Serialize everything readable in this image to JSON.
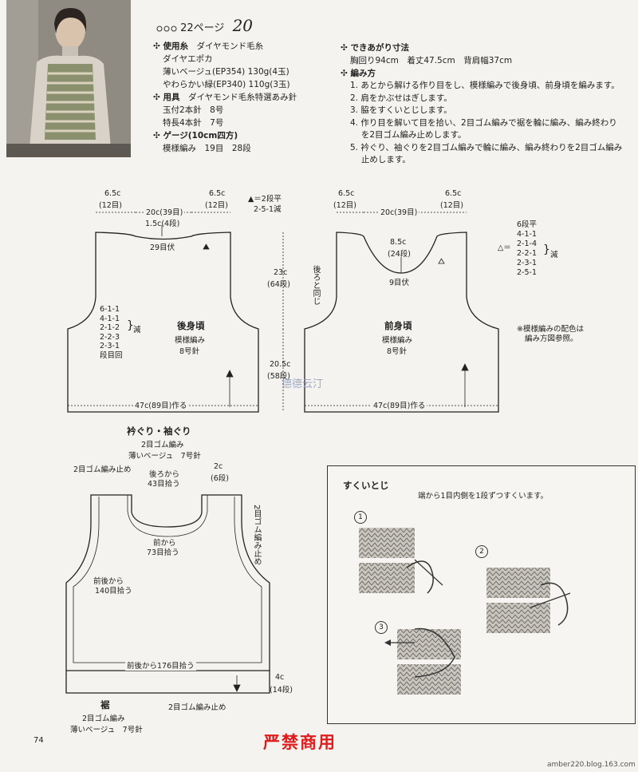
{
  "header": {
    "page": "22ページ",
    "pattern_no": "20"
  },
  "materials": {
    "yarn_label": "✣ 使用糸",
    "yarn_value": "ダイヤモンド毛糸",
    "yarn_name": "ダイヤエポカ",
    "color1": "薄いベージュ(EP354) 130g(4玉)",
    "color2": "やわらかい緑(EP340) 110g(3玉)",
    "tools_label": "✣ 用具",
    "tools_value": "ダイヤモンド毛糸特選あみ針",
    "needle1": "玉付2本針　8号",
    "needle2": "特長4本針　7号",
    "gauge_label": "✣ ゲージ(10cm四方)",
    "gauge_value": "模様編み　19目　28段"
  },
  "finished": {
    "label": "✣ できあがり寸法",
    "value": "胸回り94cm　着丈47.5cm　背肩幅37cm"
  },
  "method": {
    "label": "✣ 編み方",
    "steps": [
      "1. あとから解ける作り目をし、模様編みで後身頃、前身頃を編みます。",
      "2. 肩をかぶせはぎします。",
      "3. 脇をすくいとじします。",
      "4. 作り目を解いて目を拾い、2目ゴム編みで裾を輪に編み、編み終わり",
      "　 を2目ゴム編み止めします。",
      "5. 衿ぐり、袖ぐりを2目ゴム編みで輪に編み、編み終わりを2目ゴム編み",
      "　 止めします。"
    ]
  },
  "back": {
    "top_left_w": "6.5c",
    "top_left_st": "(12目)",
    "top_mid": "20c(39目)",
    "top_right_w": "6.5c",
    "top_right_st": "(12目)",
    "neck_depth": "1.5c(4段)",
    "neck_dec_title": "▲＝2段平",
    "neck_dec_val": "2-5-1減",
    "bind_off": "29目伏",
    "armhole_h": "23c",
    "armhole_rows": "(64段)",
    "dec_lines": [
      "6-1-1",
      "4-1-1",
      "2-1-2",
      "2-2-3",
      "2-3-1",
      "段目回"
    ],
    "dec_label": "減",
    "name": "後身頃",
    "stitch": "模様編み",
    "needle": "8号針",
    "body_h": "20.5c",
    "body_rows": "(58段)",
    "cast_on": "47c(89目)作る"
  },
  "front": {
    "top_left_w": "6.5c",
    "top_left_st": "(12目)",
    "top_mid": "20c(39目)",
    "top_right_w": "6.5c",
    "top_right_st": "(12目)",
    "same_as_back": "後ろと同じ",
    "neck_depth": "8.5c",
    "neck_rows": "(24段)",
    "bind_off": "9目伏",
    "name": "前身頃",
    "stitch": "模様編み",
    "needle": "8号針",
    "cast_on": "47c(89目)作る",
    "dec_lines": [
      "6段平",
      "4-1-1",
      "2-1-4",
      "2-2-1",
      "2-3-1",
      "2-5-1"
    ],
    "dec_prefix": "△＝",
    "dec_label": "減",
    "note1": "※模様編みの配色は",
    "note2": "編み方図参照。"
  },
  "trim": {
    "title": "衿ぐり・袖ぐり",
    "sub1": "2目ゴム編み",
    "sub2": "薄いベージュ　7号針",
    "cast_off_left": "2目ゴム編み止め",
    "back_pick_a": "後ろから",
    "back_pick_b": "43目拾う",
    "width_top": "2c",
    "width_rows": "(6段)",
    "right_vert": "2目ゴム編み止め",
    "front_pick_a": "前から",
    "front_pick_b": "73目拾う",
    "sleeve_pick_a": "前後から",
    "sleeve_pick_b": "140目拾う",
    "hem_pick": "前後から176目拾う",
    "hem_h": "4c",
    "hem_rows": "(14段)",
    "hem_title": "裾",
    "hem_sub1": "2目ゴム編み",
    "hem_sub2": "薄いベージュ　7号針",
    "hem_cast_off": "2目ゴム編み止め"
  },
  "sukui": {
    "title": "すくいとじ",
    "desc": "端から1目内側を1段ずつすくいます。",
    "steps": [
      "1",
      "2",
      "3"
    ]
  },
  "watermark_text": "德德云汀",
  "footer": {
    "page_number": "74",
    "notice": "严禁商用",
    "site": "amber220.blog.163.com"
  }
}
